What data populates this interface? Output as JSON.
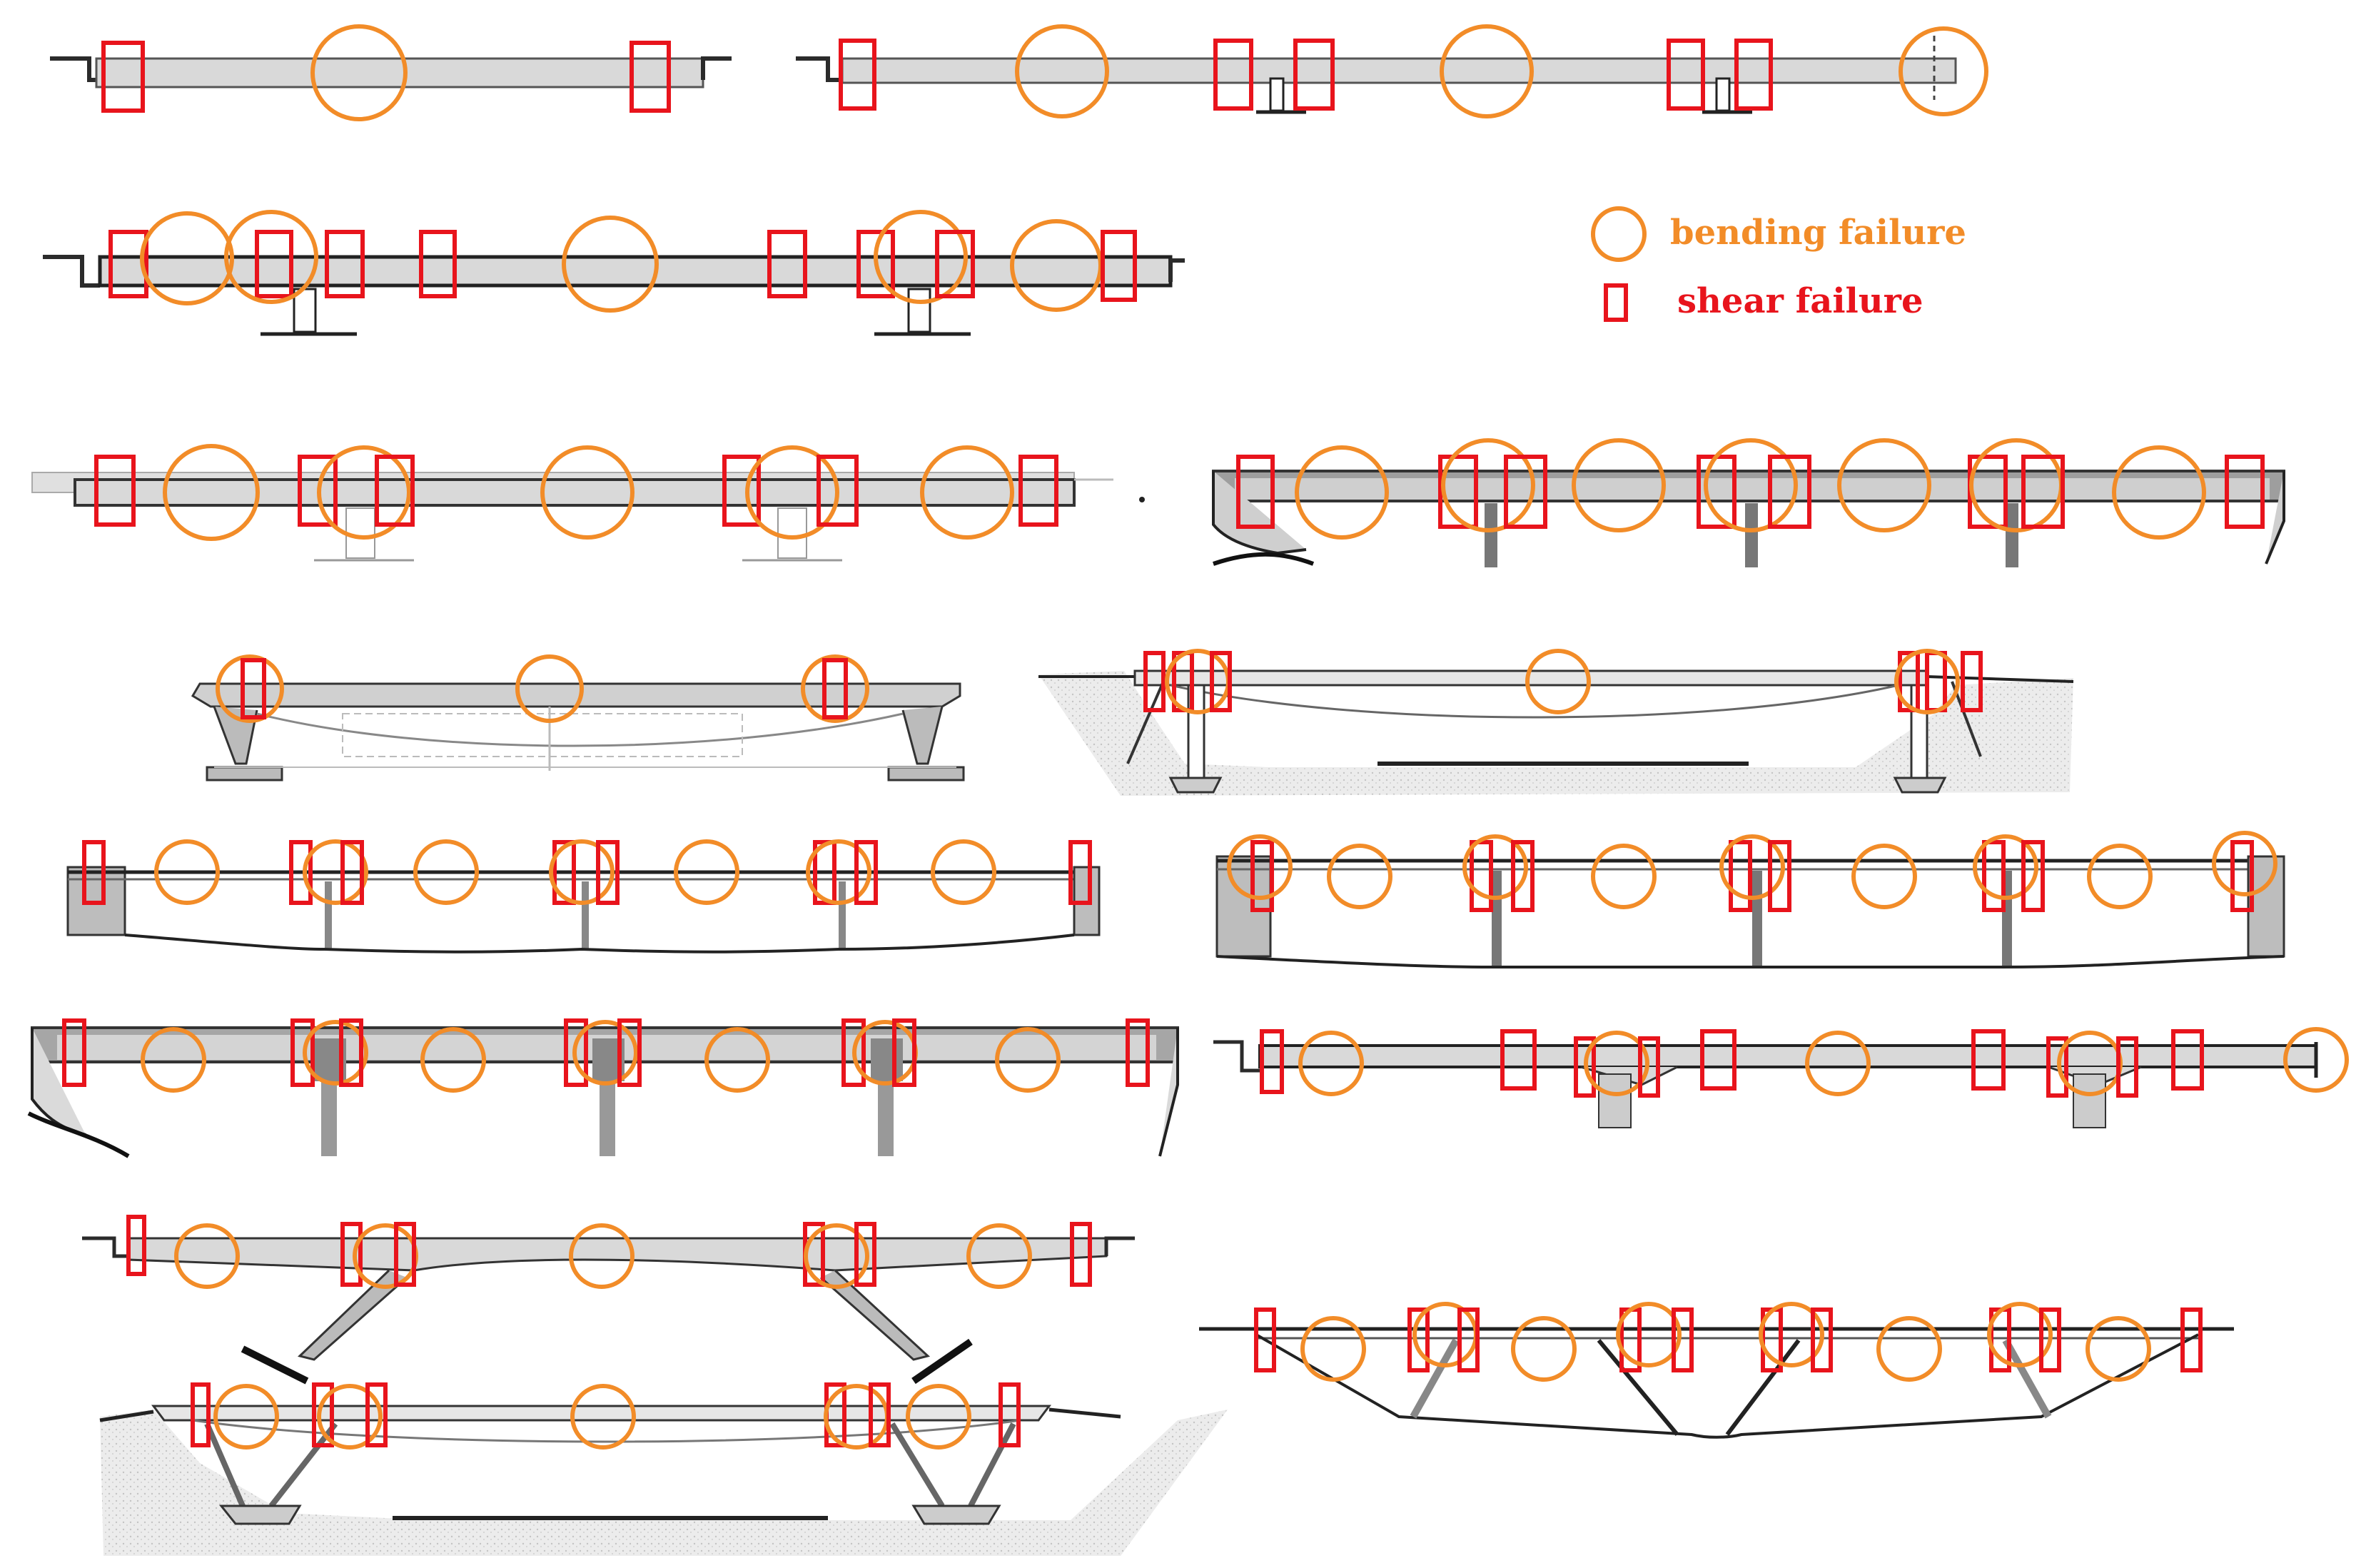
{
  "legend": {
    "bending": {
      "label": "bending failure",
      "color": "#F28C28"
    },
    "shear": {
      "label": "shear failure",
      "color": "#E8141C"
    }
  },
  "colors": {
    "deck_fill": "#D9D9D9",
    "deck_stroke": "#2B2B2B",
    "ground_fill": "#E6E6E6",
    "pier_fill": "#BFBFBF",
    "bending": "#F28C28",
    "shear": "#E8141C"
  },
  "icons": [
    "circle-marker",
    "rectangle-marker"
  ]
}
